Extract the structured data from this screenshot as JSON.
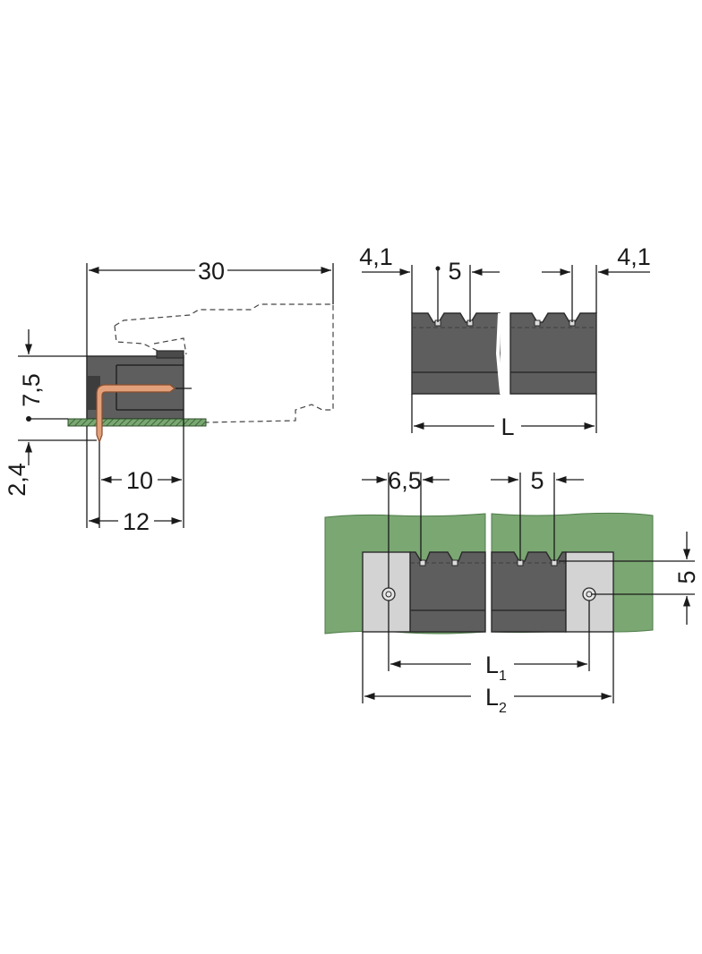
{
  "colors": {
    "housing": "#5e5e5e",
    "housing_dark": "#3d3d3d",
    "housing_edge": "#2b2b2b",
    "pcb_green": "#7aa772",
    "pcb_pattern": "#4f7c4a",
    "pin_copper": "#e2a07b",
    "flange_grey": "#d3d3d3",
    "line": "#1a1a1a"
  },
  "side_view": {
    "overall_length": "30",
    "height": "7,5",
    "pin_below_pcb": "2,4",
    "pin_to_rear": "10",
    "body_depth": "12"
  },
  "top_view": {
    "end_offset_left": "4,1",
    "end_offset_right": "4,1",
    "pitch": "5",
    "length_label": "L"
  },
  "flange_view": {
    "flange_to_pin": "6,5",
    "pitch": "5",
    "height": "5",
    "length1_main": "L",
    "length1_sub": "1",
    "length2_main": "L",
    "length2_sub": "2"
  }
}
